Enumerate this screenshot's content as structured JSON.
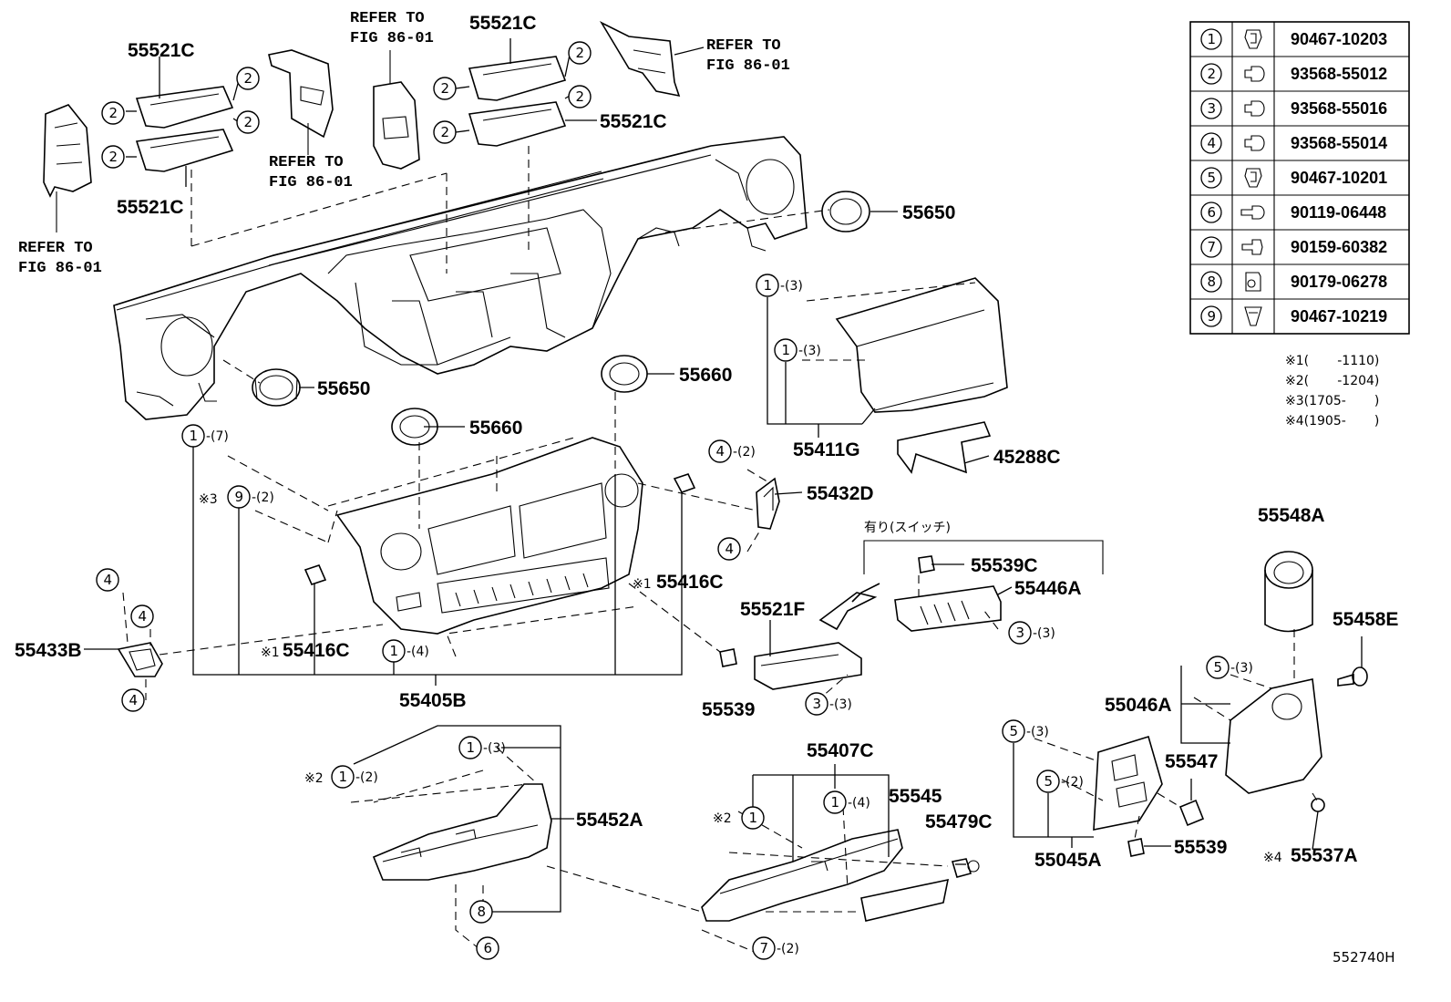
{
  "diagram_id": "552740H",
  "part_labels": {
    "p55521C_a": "55521C",
    "p55521C_b": "55521C",
    "p55521C_c": "55521C",
    "p55521C_d": "55521C",
    "p55650_a": "55650",
    "p55650_b": "55650",
    "p55660_a": "55660",
    "p55660_b": "55660",
    "p55411G": "55411G",
    "p45288C": "45288C",
    "p55432D": "55432D",
    "p55416C_a": "55416C",
    "p55416C_b": "55416C",
    "p55433B": "55433B",
    "p55405B": "55405B",
    "p55539_a": "55539",
    "p55539_b": "55539",
    "p55521F": "55521F",
    "p55539C": "55539C",
    "p55446A": "55446A",
    "p55548A": "55548A",
    "p55458E": "55458E",
    "p55046A": "55046A",
    "p55547": "55547",
    "p55045A": "55045A",
    "p55537A": "55537A",
    "p55407C": "55407C",
    "p55545": "55545",
    "p55479C": "55479C",
    "p55452A": "55452A"
  },
  "refer_text": {
    "line1": "REFER TO",
    "line2": "FIG 86-01"
  },
  "switch_group_label": "有り(スイッチ)",
  "marks": {
    "n1": "※1",
    "n2": "※2",
    "n3": "※3",
    "n4": "※4"
  },
  "callout_qty": {
    "q2": "-(2)",
    "q3": "-(3)",
    "q4": "-(4)",
    "q7": "-(7)"
  },
  "fastener_table": [
    {
      "num": "1",
      "icon": "clip-icon",
      "part": "90467-10203"
    },
    {
      "num": "2",
      "icon": "screw-icon",
      "part": "93568-55012"
    },
    {
      "num": "3",
      "icon": "screw-icon",
      "part": "93568-55016"
    },
    {
      "num": "4",
      "icon": "screw-icon",
      "part": "93568-55014"
    },
    {
      "num": "5",
      "icon": "clip-icon",
      "part": "90467-10201"
    },
    {
      "num": "6",
      "icon": "long-screw-icon",
      "part": "90119-06448"
    },
    {
      "num": "7",
      "icon": "bolt-icon",
      "part": "90159-60382"
    },
    {
      "num": "8",
      "icon": "nut-icon",
      "part": "90179-06278"
    },
    {
      "num": "9",
      "icon": "push-clip-icon",
      "part": "90467-10219"
    }
  ],
  "date_notes": [
    {
      "mark": "※1",
      "text": "(       -1110)"
    },
    {
      "mark": "※2",
      "text": "(       -1204)"
    },
    {
      "mark": "※3",
      "text": "(1705-       )"
    },
    {
      "mark": "※4",
      "text": "(1905-       )"
    }
  ]
}
